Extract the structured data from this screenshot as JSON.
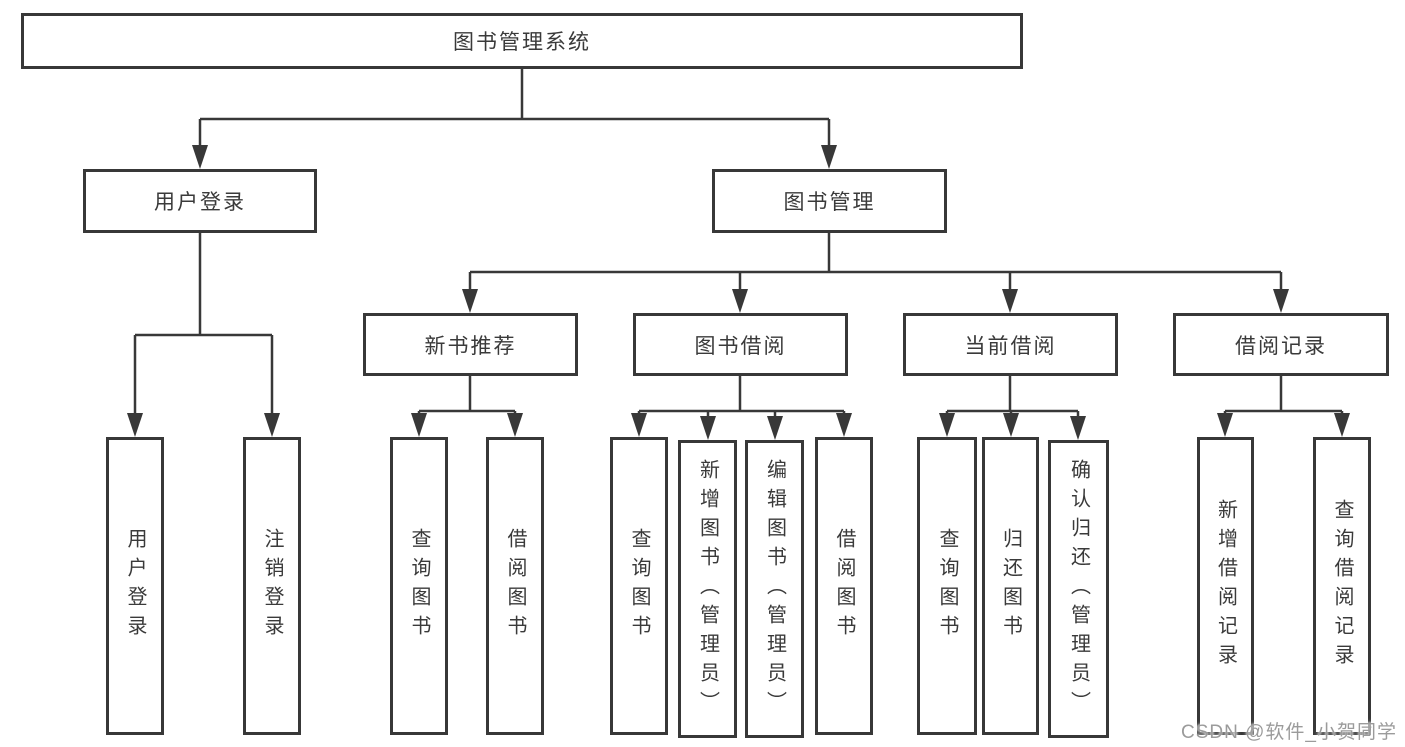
{
  "diagram": {
    "root": "图书管理系统",
    "branches": [
      {
        "label": "用户登录",
        "leaves": [
          "用户登录",
          "注销登录"
        ]
      },
      {
        "label": "图书管理",
        "sections": [
          {
            "label": "新书推荐",
            "leaves": [
              "查询图书",
              "借阅图书"
            ]
          },
          {
            "label": "图书借阅",
            "leaves": [
              "查询图书",
              "新增图书（管理员）",
              "编辑图书（管理员）",
              "借阅图书"
            ]
          },
          {
            "label": "当前借阅",
            "leaves": [
              "查询图书",
              "归还图书",
              "确认归还（管理员）"
            ]
          },
          {
            "label": "借阅记录",
            "leaves": [
              "新增借阅记录",
              "查询借阅记录"
            ]
          }
        ]
      }
    ]
  },
  "watermark": {
    "text": "CSDN @软件_小贺同学"
  },
  "colors": {
    "line": "#383838",
    "text": "#3a3a3a",
    "background": "#ffffff",
    "watermark": "#9b9b9b"
  }
}
